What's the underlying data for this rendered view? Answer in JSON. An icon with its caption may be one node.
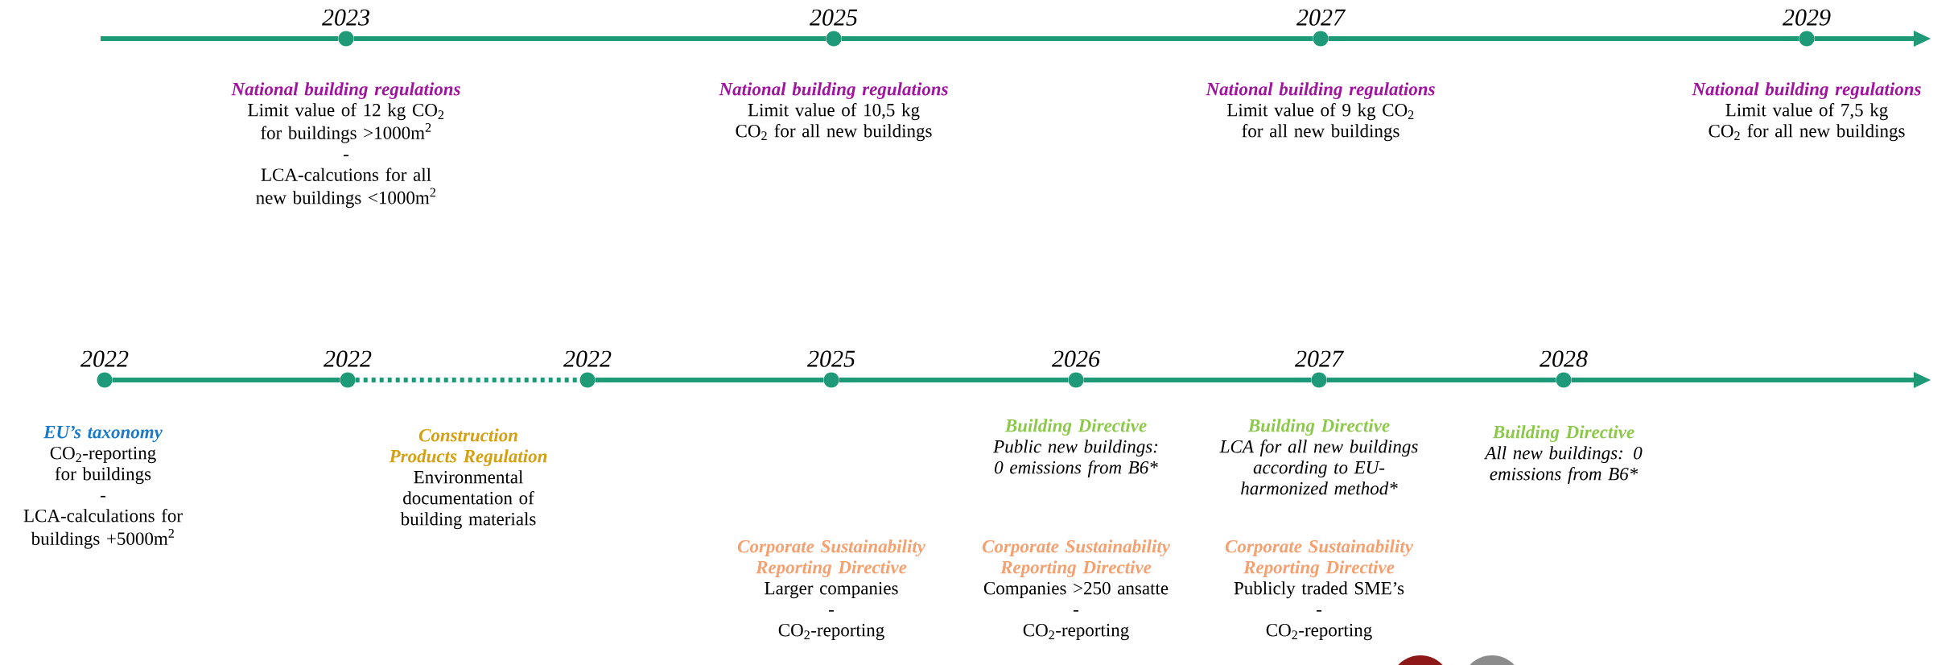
{
  "diagram": {
    "nodes": [
      {
        "text": [],
        "shape": "circle",
        "beside": [
          "2023",
          "National building regulations",
          "Limit value of 12 kg CO$_{2}$ for buildings >1000m$^{2}$",
          "-",
          "LCA-calcutions for all new buildings <1000m$^{2}$"
        ]
      },
      {
        "text": [],
        "shape": "circle",
        "beside": [
          "2025",
          "National building regulations",
          "Limit value of 10,5 kg CO$_{2}$ for all new buildings"
        ]
      },
      {
        "text": [],
        "shape": "circle",
        "beside": [
          "2027",
          "National building regulations",
          "Limit value of 9 kg CO$_{2}$ for all new buildings"
        ]
      },
      {
        "text": [],
        "shape": "circle",
        "beside": [
          "2029",
          "National building regulations",
          "Limit value of 7,5 kg CO$_{2}$ for all new buildings"
        ]
      },
      {
        "text": [],
        "shape": "circle",
        "beside": [
          "2022",
          "EU’s taxonomy",
          "CO$_{2}$-reporting for buildings",
          "-",
          "LCA-calculations for buildings +5000m$^{2}$"
        ]
      },
      {
        "text": [],
        "shape": "circle",
        "beside": [
          "2022",
          "Construction Products Regulation",
          "Environmental documentation of building materials"
        ]
      },
      {
        "text": [],
        "shape": "circle",
        "beside": [
          "2022"
        ]
      },
      {
        "text": [],
        "shape": "circle",
        "beside": [
          "2025",
          "Corporate Sustainability Reporting Directive",
          "Larger companies",
          "-",
          "CO$_{2}$-reporting"
        ]
      },
      {
        "text": [],
        "shape": "circle",
        "beside": [
          "2026",
          "Building Directive",
          "Public new buildings: 0 emissions from B6*",
          "Corporate Sustainability Reporting Directive",
          "Companies >250 ansatte",
          "-",
          "CO$_{2}$-reporting"
        ]
      },
      {
        "text": [],
        "shape": "circle",
        "beside": [
          "2027",
          "Building Directive",
          "LCA for all new buildings according to EU-harmonized method*",
          "Corporate Sustainability Reporting Directive",
          "Publicly traded SME’s",
          "-",
          "CO$_{2}$-reporting"
        ]
      },
      {
        "text": [],
        "shape": "circle",
        "beside": [
          "2028",
          "Building Directive",
          "All new buildings: 0 emissions from B6*"
        ]
      }
    ],
    "edges": [
      {
        "from": null,
        "to": 0,
        "arrow": "none"
      },
      {
        "from": 0,
        "to": 1,
        "arrow": "none"
      },
      {
        "from": 1,
        "to": 2,
        "arrow": "none"
      },
      {
        "from": 2,
        "to": 3,
        "arrow": "none"
      },
      {
        "from": 3,
        "to": null,
        "arrow": "to"
      },
      {
        "from": 4,
        "to": 5,
        "arrow": "none"
      },
      {
        "from": 5,
        "to": 6,
        "arrow": "none",
        "style": "dashed"
      },
      {
        "from": 6,
        "to": 7,
        "arrow": "none"
      },
      {
        "from": 7,
        "to": 8,
        "arrow": "none"
      },
      {
        "from": 8,
        "to": 9,
        "arrow": "none"
      },
      {
        "from": 9,
        "to": 10,
        "arrow": "none"
      },
      {
        "from": 10,
        "to": null,
        "arrow": "to"
      }
    ]
  }
}
